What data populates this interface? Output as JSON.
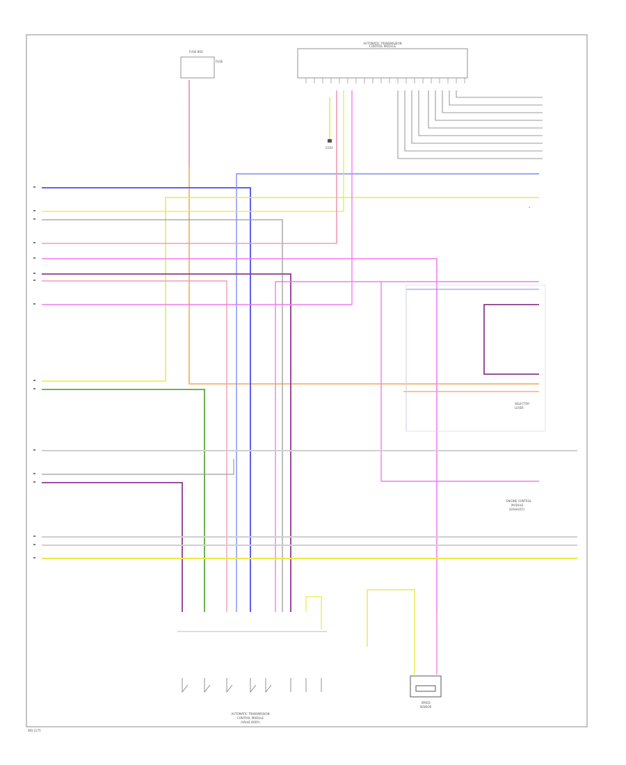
{
  "colors": {
    "blue": "#4a4af0",
    "lightblue": "#7f8cf0",
    "yellow": "#e8e84a",
    "orange": "#f5b26a",
    "pink": "#f49ab8",
    "magenta": "#f07cf0",
    "violet": "#8a3a8a",
    "green": "#5aa83c",
    "gray": "#9a9a9a",
    "lightgray": "#cfcfcf",
    "darkgray": "#555555"
  },
  "labels": {
    "module_top": "AUTOMATIC TRANSMISSION",
    "module_top_sub": "CONTROL MODULE",
    "fuse_title": "FUSE BOX",
    "fuse_sub": "FUSE",
    "bottom_module": "AUTOMATIC TRANSMISSION",
    "bottom_module_sub": "CONTROL MODULE",
    "bottom_module_sub2": "(VALVE BODY)",
    "speed_sensor": "SPEED",
    "speed_sensor_sub": "SENSOR",
    "selector": "SELECTOR",
    "selector_sub": "LEVER",
    "engine_ecm": "ENGINE CONTROL",
    "engine_ecm_sub": "MODULE",
    "engine_ecm_sub2": "(EXHAUST)",
    "ground": "G102",
    "fig_id": "WD-2175"
  }
}
